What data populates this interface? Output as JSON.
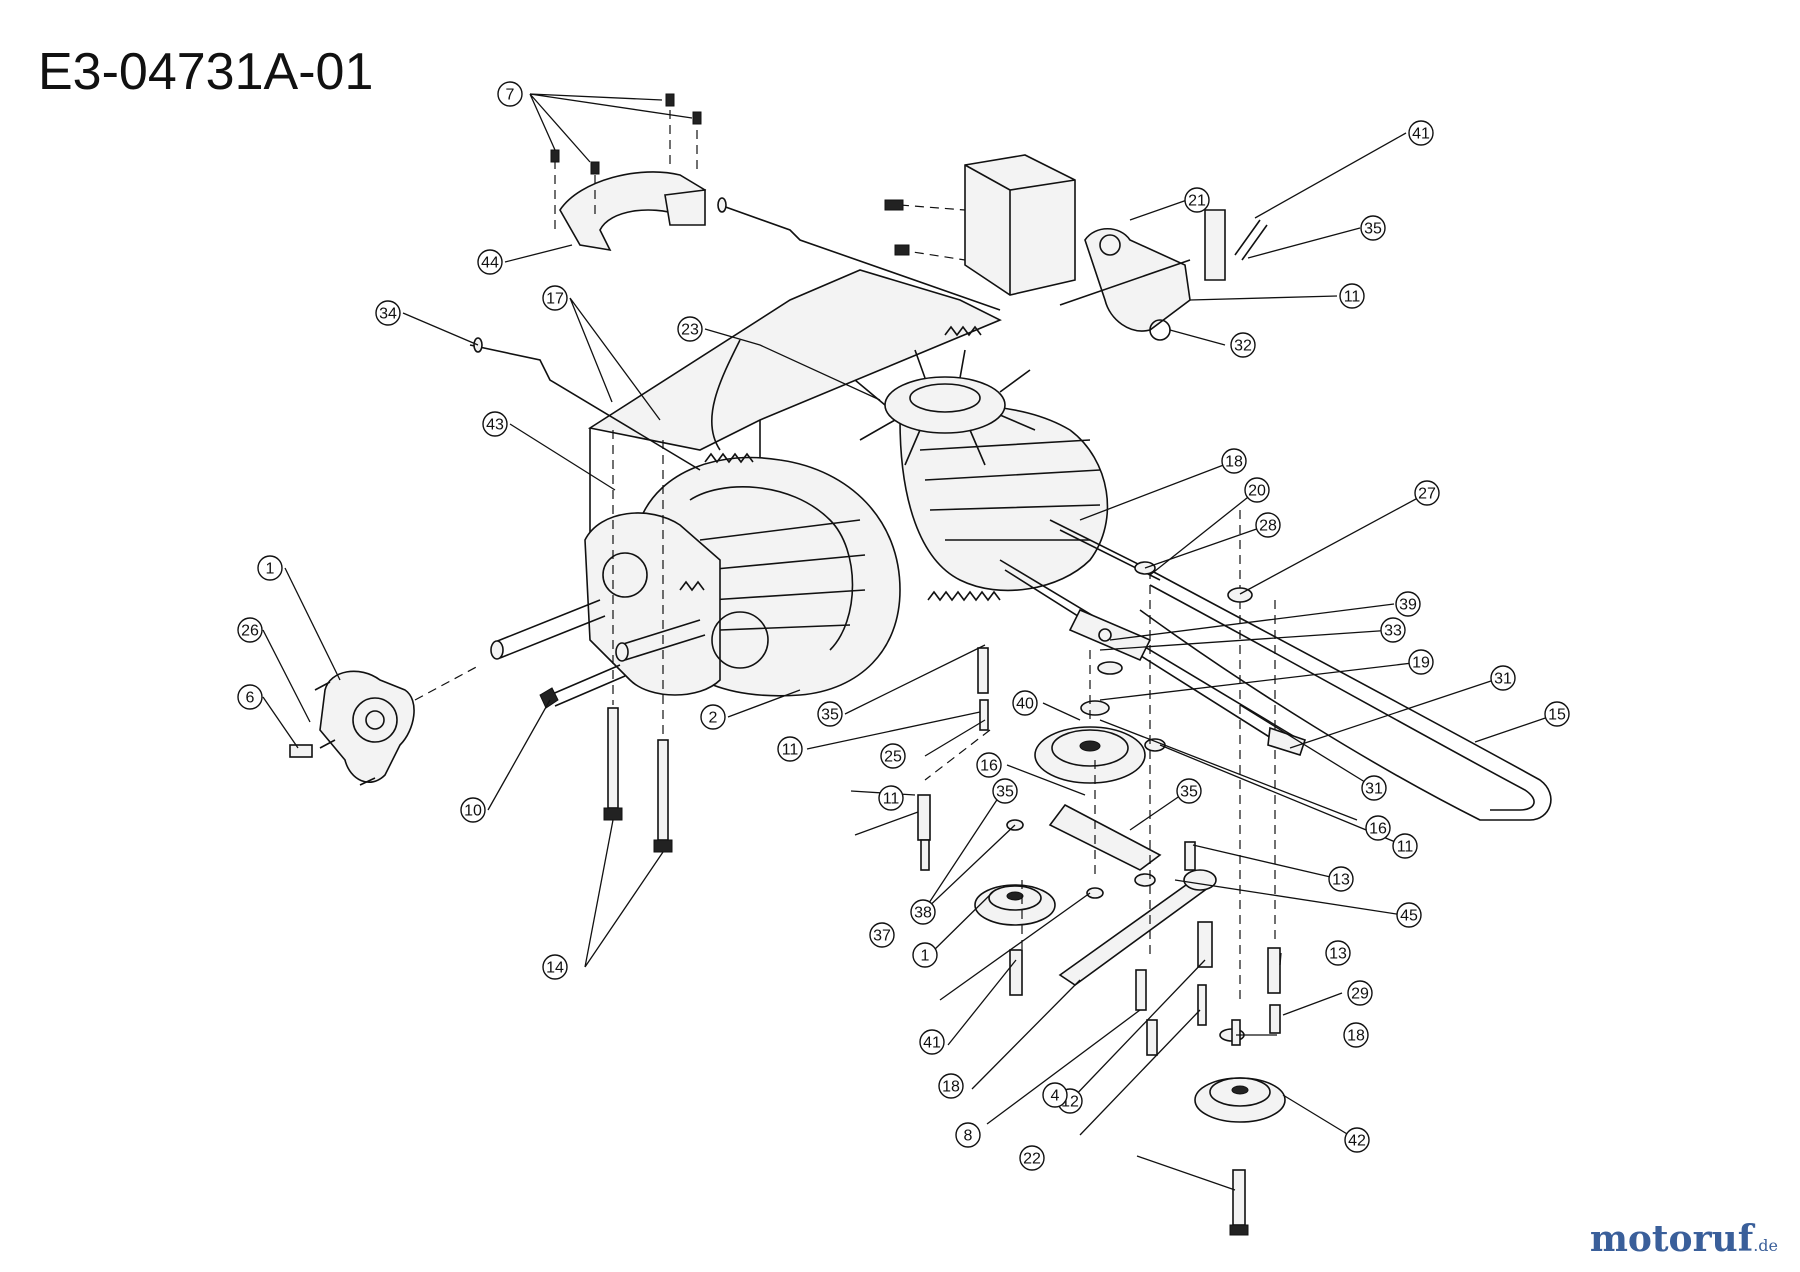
{
  "title": "E3-04731A-01",
  "watermark": {
    "main": "motoruf",
    "suffix": ".de"
  },
  "callouts": [
    "7",
    "44",
    "17",
    "34",
    "43",
    "23",
    "1",
    "26",
    "6",
    "10",
    "14",
    "2",
    "35",
    "11",
    "25",
    "40",
    "16",
    "35",
    "11",
    "37",
    "41",
    "18",
    "8",
    "22",
    "12",
    "35",
    "11",
    "13",
    "45",
    "31",
    "16",
    "31",
    "15",
    "19",
    "33",
    "39",
    "27",
    "28",
    "20",
    "18",
    "18",
    "42",
    "13",
    "29",
    "41",
    "35",
    "11",
    "32",
    "21",
    "4",
    "38",
    "1"
  ]
}
